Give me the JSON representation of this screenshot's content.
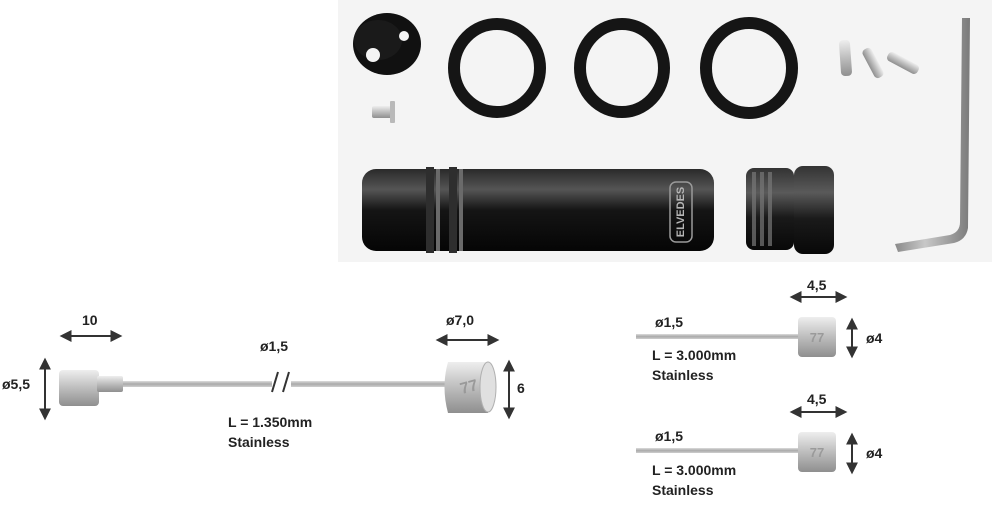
{
  "colors": {
    "photo_background": "#f4f4f4",
    "anodized_black": "#111111",
    "steel": "#c9c9c9",
    "dimension_arrow": "#333333"
  },
  "brand_text": "ELVEDES",
  "main_cable": {
    "nipple_length": "10",
    "nipple_diameter": "ø5,5",
    "cable_diameter": "ø1,5",
    "length": "L = 1.350mm",
    "material": "Stainless",
    "barrel_diameter": "ø7,0",
    "barrel_height": "6"
  },
  "cable_top_right": {
    "head_length": "4,5",
    "cable_diameter": "ø1,5",
    "head_diameter": "ø4",
    "length": "L = 3.000mm",
    "material": "Stainless"
  },
  "cable_bottom_right": {
    "head_length": "4,5",
    "cable_diameter": "ø1,5",
    "head_diameter": "ø4",
    "length": "L = 3.000mm",
    "material": "Stainless"
  }
}
